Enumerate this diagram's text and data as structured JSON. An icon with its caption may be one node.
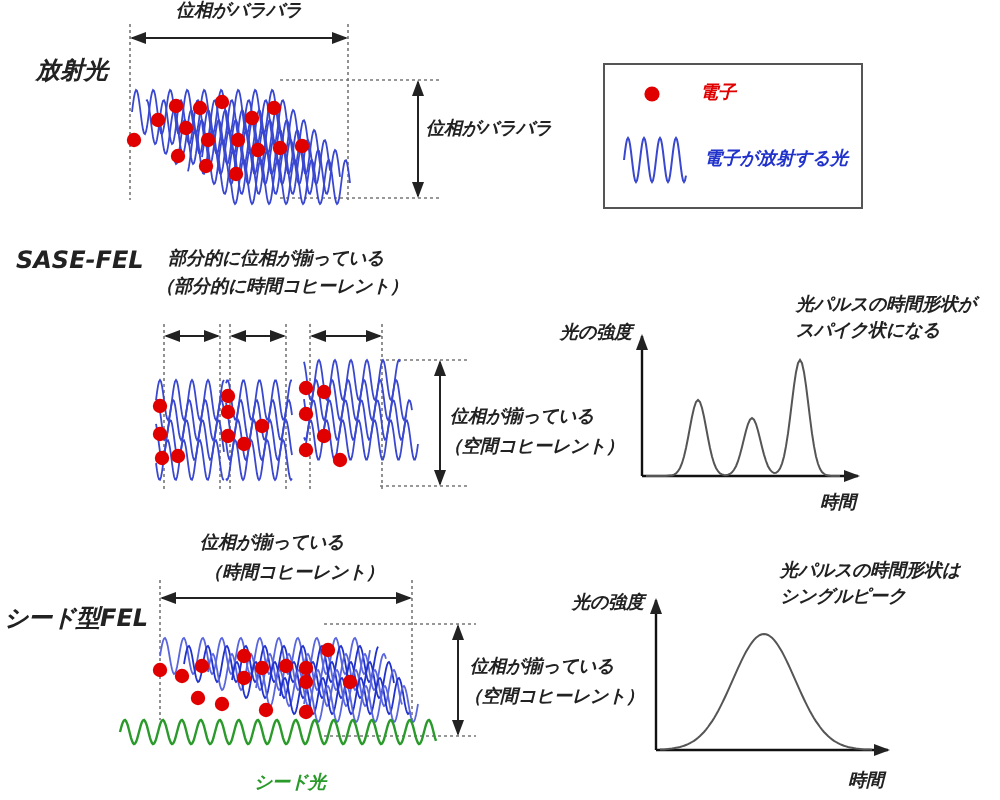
{
  "diagram": {
    "labels": [
      "位相がバラバラ",
      "放射光",
      "位相がバラバラ",
      "SASE-FEL",
      "部分的に位相が揃っている",
      "（部分的に時間コヒーレント）",
      "位相が揃っている",
      "（空間コヒーレント）",
      "光の強度",
      "光パルスの時間形状がスパイク状になる",
      "時間",
      "シード型FEL",
      "位相が揃っている",
      "（時間コヒーレント）",
      "位相が揃っている",
      "（空間コヒーレント）",
      "光の強度",
      "光パルスの時間形状はシングルピーク",
      "時間",
      "シード光"
    ],
    "legend": [
      {
        "text": "電子"
      },
      {
        "text": "電子が放射する光"
      }
    ]
  }
}
